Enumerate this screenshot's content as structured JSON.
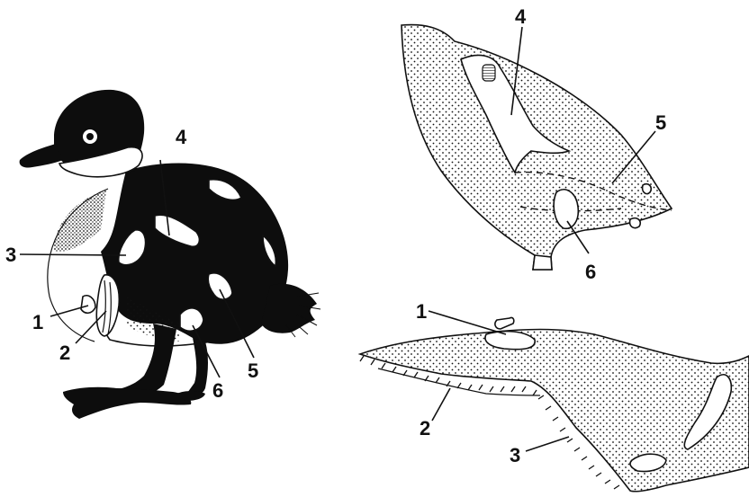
{
  "labels": {
    "duckling": [
      "1",
      "2",
      "3",
      "4",
      "5",
      "6"
    ],
    "dorsal_view": [
      "4",
      "5",
      "6"
    ],
    "ventral_view": [
      "1",
      "2",
      "3"
    ]
  },
  "colors": {
    "ink": "#0d0d0d",
    "paper": "#ffffff"
  }
}
